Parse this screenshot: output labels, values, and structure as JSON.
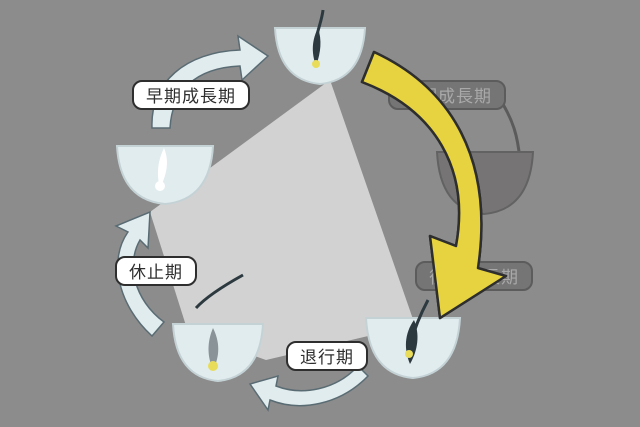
{
  "diagram": {
    "stages": [
      {
        "id": "early-growth",
        "label": "早期成長期",
        "active": true
      },
      {
        "id": "mid-growth",
        "label": "中期成長期",
        "active": false
      },
      {
        "id": "late-growth",
        "label": "後期成長期",
        "active": false
      },
      {
        "id": "regression",
        "label": "退行期",
        "active": true
      },
      {
        "id": "resting",
        "label": "休止期",
        "active": true
      }
    ],
    "colors": {
      "background": "#8c8c8c",
      "triangle": "#d2d2d2",
      "follicle": "#e1ecef",
      "follicle_dim": "#767474",
      "cycle_arrow": "#e1ecef",
      "highlight_arrow": "#e6d33f",
      "hair": "#2c3a40",
      "bulb": "#e8dc5a"
    }
  }
}
